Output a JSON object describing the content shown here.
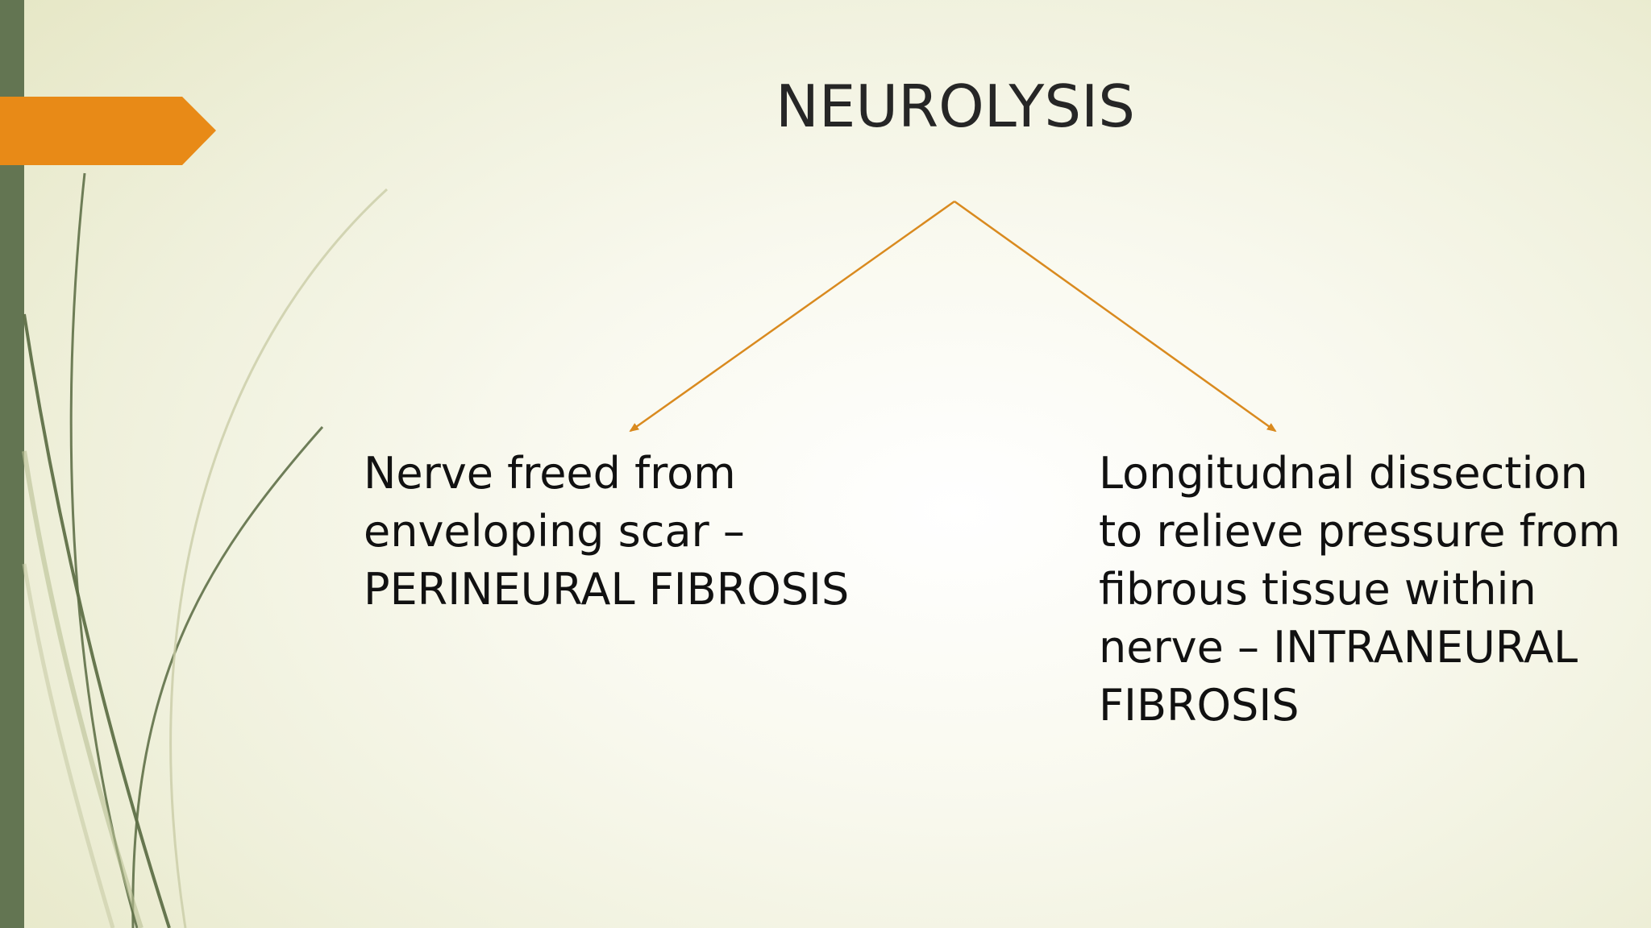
{
  "slide": {
    "title": "NEUROLYSIS",
    "left_branch": {
      "lines": [
        "Nerve freed from",
        "enveloping scar –",
        "PERINEURAL FIBROSIS"
      ]
    },
    "right_branch": {
      "lines": [
        "Longitudnal dissection",
        "to relieve pressure from",
        "fibrous tissue within",
        "nerve – INTRANEURAL",
        "FIBROSIS"
      ]
    }
  },
  "colors": {
    "accent": "#e88a17",
    "sidebar": "#637552",
    "arrow": "#d98a1f",
    "text": "#111111"
  }
}
